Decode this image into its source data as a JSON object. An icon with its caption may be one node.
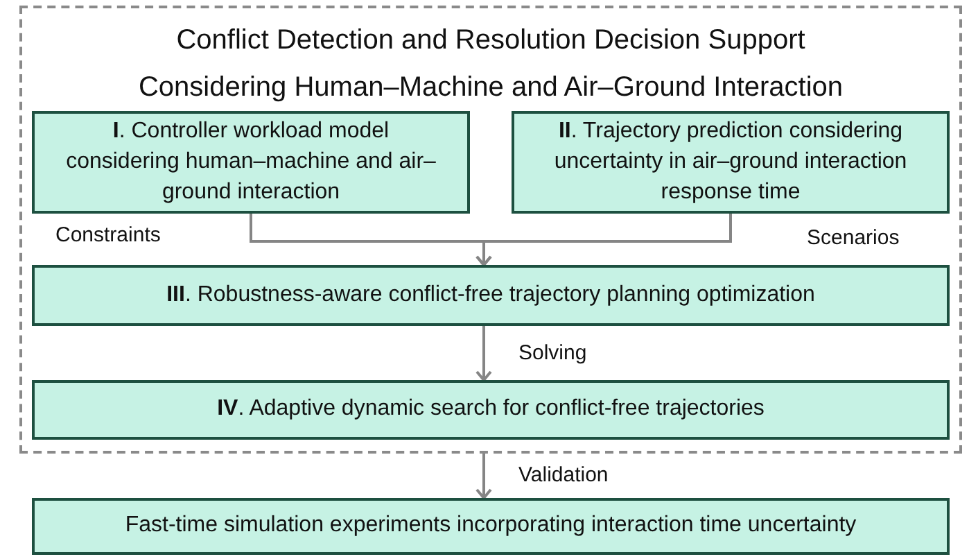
{
  "diagram": {
    "nodes": [
      {
        "text": [
          "Conflict Detection and Resolution Decision Support Considering Human–Machine and Air–Ground Interaction"
        ]
      },
      {
        "text": [
          "**I**. Controller workload model considering human–machine and air–ground interaction"
        ],
        "in": 0
      },
      {
        "text": [
          "**II**. Trajectory prediction considering uncertainty in air–ground interaction response time"
        ],
        "in": 0
      },
      {
        "text": [
          "**III**. Robustness-aware conflict-free trajectory planning optimization"
        ],
        "in": 0
      },
      {
        "text": [
          "**IV**. Adaptive dynamic search for conflict-free trajectories"
        ],
        "in": 0
      },
      {
        "text": [
          "Fast-time simulation experiments incorporating interaction time uncertainty"
        ]
      }
    ],
    "edges": [
      {
        "from": 1,
        "to": 3,
        "arrow": "to"
      },
      {
        "from": 2,
        "to": 3,
        "arrow": "to"
      },
      {
        "from": 3,
        "to": 4,
        "label": "Solving",
        "arrow": "to"
      },
      {
        "from": 0,
        "to": 5,
        "label": "Validation",
        "arrow": "to"
      }
    ],
    "labels": [
      "Constraints",
      "Scenarios"
    ]
  }
}
